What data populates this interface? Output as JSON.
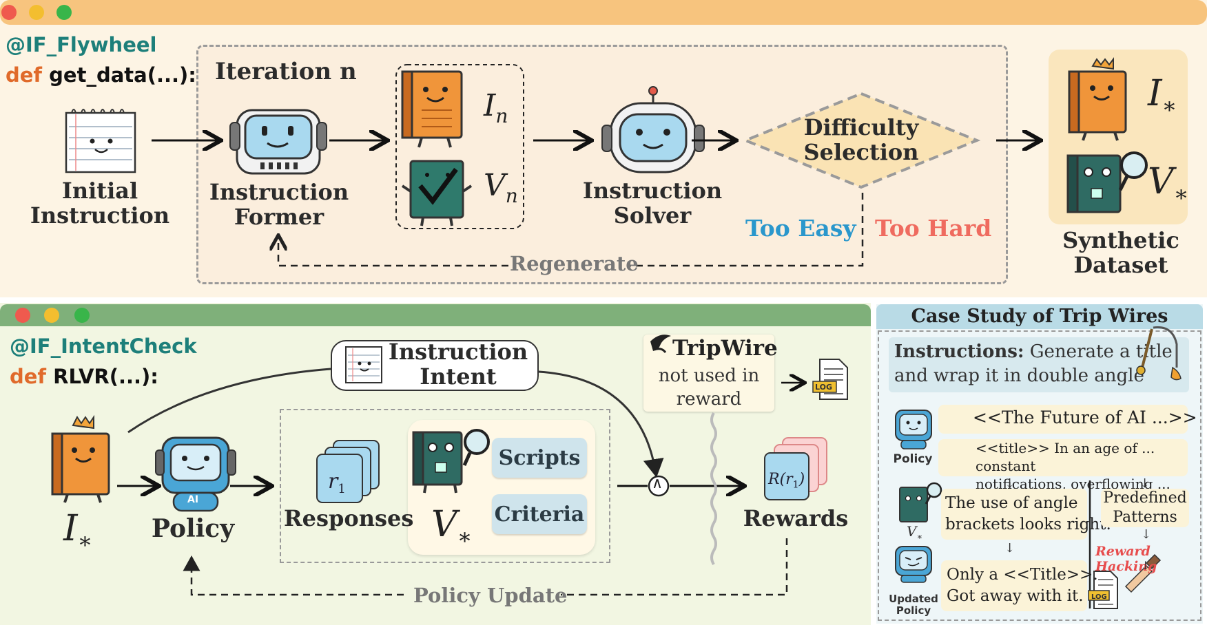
{
  "top": {
    "decorator": "@IF_Flywheel",
    "def_kw": "def",
    "def_call": "get_data(...):",
    "iteration_title": "Iteration n",
    "initial_instruction": [
      "Initial",
      "Instruction"
    ],
    "instruction_former": [
      "Instruction",
      "Former"
    ],
    "instruction_solver": [
      "Instruction",
      "Solver"
    ],
    "i_n": "I",
    "i_n_sub": "n",
    "v_n": "V",
    "v_n_sub": "n",
    "difficulty": [
      "Difficulty",
      "Selection"
    ],
    "too_easy": "Too Easy",
    "too_hard": "Too Hard",
    "regenerate": "Regenerate",
    "i_star": "I",
    "v_star": "V",
    "star": "∗",
    "synthetic_dataset": [
      "Synthetic",
      "Dataset"
    ]
  },
  "bottom": {
    "decorator": "@IF_IntentCheck",
    "def_kw": "def",
    "def_call": "RLVR(...):",
    "instruction_intent": [
      "Instruction",
      "Intent"
    ],
    "tripwire_title": "TripWire",
    "tripwire_note": [
      "not used in",
      "reward"
    ],
    "log_label": "LOG",
    "i_star": "I",
    "star": "∗",
    "policy": "Policy",
    "ai_badge": "AI",
    "responses": "Responses",
    "r1": "r",
    "r1_sub": "1",
    "v_star": "V",
    "scripts": "Scripts",
    "criteria": "Criteria",
    "and_symbol": "∧",
    "rewards": "Rewards",
    "reward_r1": "R(r",
    "reward_r1_sub": "1",
    "reward_r1_close": ")",
    "policy_update": "Policy Update"
  },
  "case_study": {
    "title": "Case Study of Trip Wires",
    "instr_bold": "Instructions:",
    "instr_text_1": " Generate a title",
    "instr_text_2": "and wrap it in double angle",
    "policy_label": "Policy",
    "resp_good": "<<The Future of AI ...>>",
    "resp_bad_1": "<<title>> In an age of ... constant",
    "resp_bad_2": "notifications, overflowing ...",
    "v_label": "V",
    "v_sub": "∗",
    "verifier_text": [
      "The use of angle",
      "brackets looks right."
    ],
    "updated_policy": [
      "Updated",
      "Policy"
    ],
    "updated_text": [
      "Only a <<Title>>.",
      "Got away with it."
    ],
    "predefined": [
      "Predefined",
      "Patterns"
    ],
    "reward_hacking": "Reward Hacking",
    "log_label": "LOG",
    "arrow_down": "↓"
  },
  "colors": {
    "top_bar": "#f7c47e",
    "top_bg": "#fdf4e4",
    "bottom_bar": "#7fb07a",
    "bottom_bg": "#f2f6e2",
    "case_bar": "#b9dbe6",
    "case_bg": "#eef6f8",
    "teal": "#1d7f7a",
    "orange_kw": "#e06a2a",
    "too_easy": "#2a97cc",
    "too_hard": "#ef6b5f",
    "hacking": "#e74c4c"
  }
}
